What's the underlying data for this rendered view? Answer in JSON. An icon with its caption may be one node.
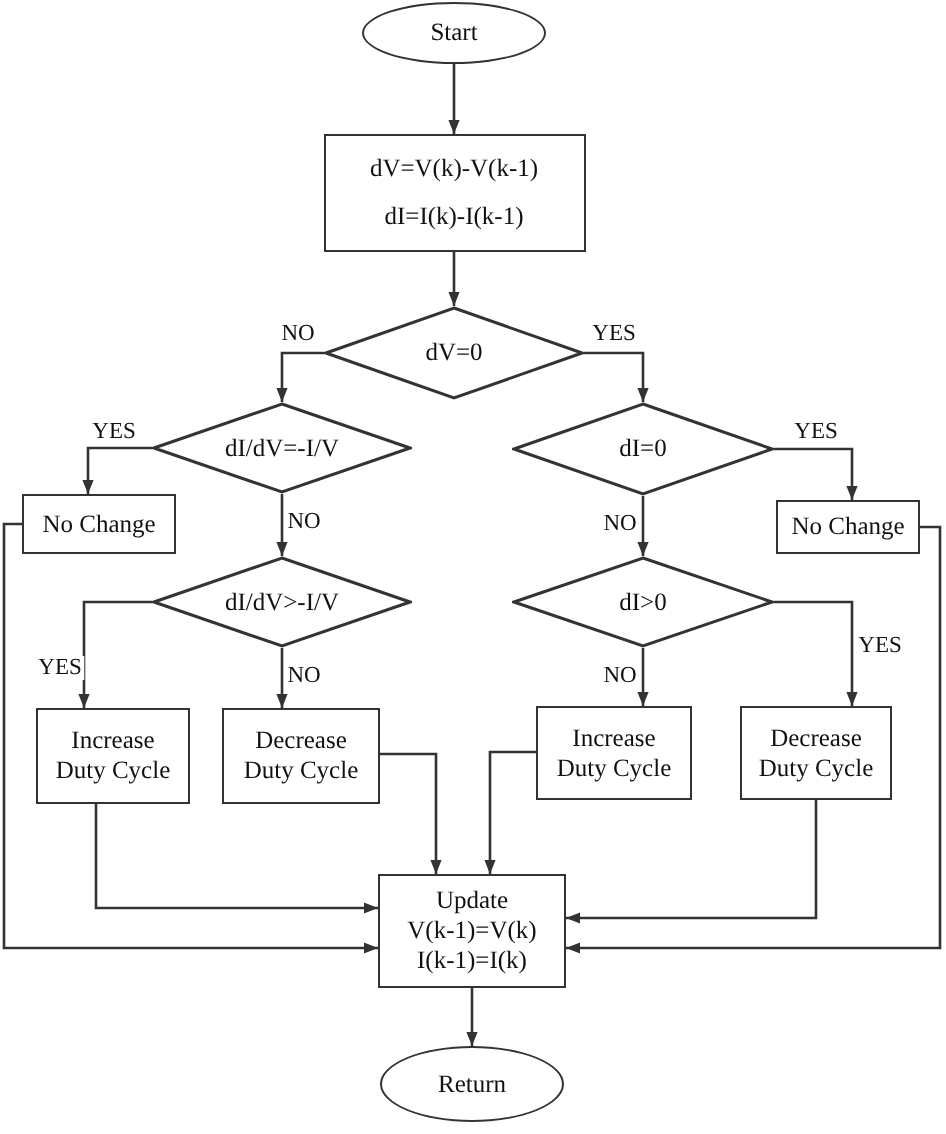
{
  "diagram": {
    "nodes": [
      {
        "text": [
          "Start"
        ]
      },
      {
        "text": [
          "dV=V(k)-V(k-1)",
          "dI=I(k)-I(k-1)"
        ]
      },
      {
        "text": [
          "dV=0"
        ]
      },
      {
        "text": [
          "dI/dV=-I/V"
        ]
      },
      {
        "text": [
          "No Change"
        ]
      },
      {
        "text": [
          "dI/dV>-I/V"
        ]
      },
      {
        "text": [
          "Increase Duty Cycle"
        ]
      },
      {
        "text": [
          "Decrease Duty Cycle"
        ]
      },
      {
        "text": [
          "dI=0"
        ]
      },
      {
        "text": [
          "No Change"
        ]
      },
      {
        "text": [
          "dI>0"
        ]
      },
      {
        "text": [
          "Increase Duty Cycle"
        ]
      },
      {
        "text": [
          "Decrease Duty Cycle"
        ]
      },
      {
        "text": [
          "Update",
          "V(k-1)=V(k)",
          "I(k-1)=I(k)"
        ]
      },
      {
        "text": [
          "Return"
        ]
      }
    ],
    "edges": [
      {
        "from": 0,
        "to": 1,
        "arrow": "to"
      },
      {
        "from": 1,
        "to": 2,
        "arrow": "to"
      },
      {
        "from": 2,
        "to": 3,
        "arrow": "to",
        "label": "NO"
      },
      {
        "from": 2,
        "to": 8,
        "arrow": "to",
        "label": "YES"
      },
      {
        "from": 3,
        "to": 4,
        "arrow": "to",
        "label": "YES"
      },
      {
        "from": 3,
        "to": 5,
        "arrow": "to",
        "label": "NO"
      },
      {
        "from": 5,
        "to": 6,
        "arrow": "to",
        "label": "YES"
      },
      {
        "from": 5,
        "to": 7,
        "arrow": "to",
        "label": "NO"
      },
      {
        "from": 8,
        "to": 9,
        "arrow": "to",
        "label": "YES"
      },
      {
        "from": 8,
        "to": 10,
        "arrow": "to",
        "label": "NO"
      },
      {
        "from": 10,
        "to": 11,
        "arrow": "to",
        "label": "NO"
      },
      {
        "from": 10,
        "to": 12,
        "arrow": "to",
        "label": "YES"
      },
      {
        "from": 6,
        "to": 13,
        "arrow": "to"
      },
      {
        "from": 4,
        "to": 13,
        "arrow": "to"
      },
      {
        "from": 7,
        "to": 13,
        "arrow": "to"
      },
      {
        "from": 11,
        "to": 13,
        "arrow": "to"
      },
      {
        "from": 12,
        "to": 13,
        "arrow": "to"
      },
      {
        "from": 9,
        "to": 13,
        "arrow": "to"
      },
      {
        "from": 13,
        "to": 14,
        "arrow": "to"
      }
    ]
  }
}
